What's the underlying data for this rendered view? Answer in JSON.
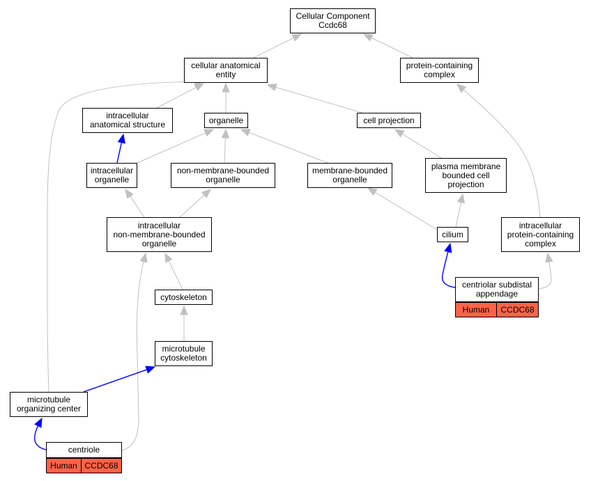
{
  "diagram": {
    "nodes": [
      {
        "id": "root",
        "lines": [
          "Cellular Component",
          "Ccdc68"
        ]
      },
      {
        "id": "cae",
        "lines": [
          "cellular anatomical",
          "entity"
        ]
      },
      {
        "id": "pcc",
        "lines": [
          "protein-containing",
          "complex"
        ]
      },
      {
        "id": "ias",
        "lines": [
          "intracellular",
          "anatomical structure"
        ]
      },
      {
        "id": "org",
        "lines": [
          "organelle"
        ]
      },
      {
        "id": "cp",
        "lines": [
          "cell projection"
        ]
      },
      {
        "id": "io",
        "lines": [
          "intracellular",
          "organelle"
        ]
      },
      {
        "id": "nmbo",
        "lines": [
          "non-membrane-bounded",
          "organelle"
        ]
      },
      {
        "id": "mbo",
        "lines": [
          "membrane-bounded",
          "organelle"
        ]
      },
      {
        "id": "pmbcp",
        "lines": [
          "plasma membrane",
          "bounded cell",
          "projection"
        ]
      },
      {
        "id": "inmbo",
        "lines": [
          "intracellular",
          "non-membrane-bounded",
          "organelle"
        ]
      },
      {
        "id": "cil",
        "lines": [
          "cilium"
        ]
      },
      {
        "id": "ipcc",
        "lines": [
          "intracellular",
          "protein-containing",
          "complex"
        ]
      },
      {
        "id": "csa",
        "lines": [
          "centriolar subdistal",
          "appendage"
        ]
      },
      {
        "id": "cyto",
        "lines": [
          "cytoskeleton"
        ]
      },
      {
        "id": "mtc",
        "lines": [
          "microtubule",
          "cytoskeleton"
        ]
      },
      {
        "id": "mtoc",
        "lines": [
          "microtubule",
          "organizing center"
        ]
      },
      {
        "id": "cent",
        "lines": [
          "centriole"
        ]
      }
    ],
    "annotations": [
      {
        "node": "csa",
        "species": "Human",
        "gene": "CCDC68"
      },
      {
        "node": "cent",
        "species": "Human",
        "gene": "CCDC68"
      }
    ],
    "edges": [
      {
        "from": "cae",
        "to": "root",
        "kind": "is_a"
      },
      {
        "from": "pcc",
        "to": "root",
        "kind": "is_a"
      },
      {
        "from": "ias",
        "to": "cae",
        "kind": "is_a"
      },
      {
        "from": "org",
        "to": "cae",
        "kind": "is_a"
      },
      {
        "from": "cp",
        "to": "cae",
        "kind": "is_a"
      },
      {
        "from": "mtoc",
        "to": "cae",
        "kind": "is_a"
      },
      {
        "from": "io",
        "to": "ias",
        "kind": "part_of"
      },
      {
        "from": "io",
        "to": "org",
        "kind": "is_a"
      },
      {
        "from": "nmbo",
        "to": "org",
        "kind": "is_a"
      },
      {
        "from": "mbo",
        "to": "org",
        "kind": "is_a"
      },
      {
        "from": "pmbcp",
        "to": "cp",
        "kind": "is_a"
      },
      {
        "from": "inmbo",
        "to": "io",
        "kind": "is_a"
      },
      {
        "from": "inmbo",
        "to": "nmbo",
        "kind": "is_a"
      },
      {
        "from": "cil",
        "to": "mbo",
        "kind": "is_a"
      },
      {
        "from": "cil",
        "to": "pmbcp",
        "kind": "is_a"
      },
      {
        "from": "ipcc",
        "to": "pcc",
        "kind": "is_a"
      },
      {
        "from": "cyto",
        "to": "inmbo",
        "kind": "is_a"
      },
      {
        "from": "cent",
        "to": "inmbo",
        "kind": "is_a"
      },
      {
        "from": "mtc",
        "to": "cyto",
        "kind": "is_a"
      },
      {
        "from": "mtoc",
        "to": "mtc",
        "kind": "part_of"
      },
      {
        "from": "cent",
        "to": "mtoc",
        "kind": "part_of"
      },
      {
        "from": "csa",
        "to": "cil",
        "kind": "part_of"
      },
      {
        "from": "csa",
        "to": "ipcc",
        "kind": "is_a"
      }
    ],
    "colors": {
      "is_a_edge": "#c0c0c0",
      "part_of_edge": "#0000ff",
      "annotation_fill": "#ff6347",
      "node_border": "#000000"
    }
  }
}
